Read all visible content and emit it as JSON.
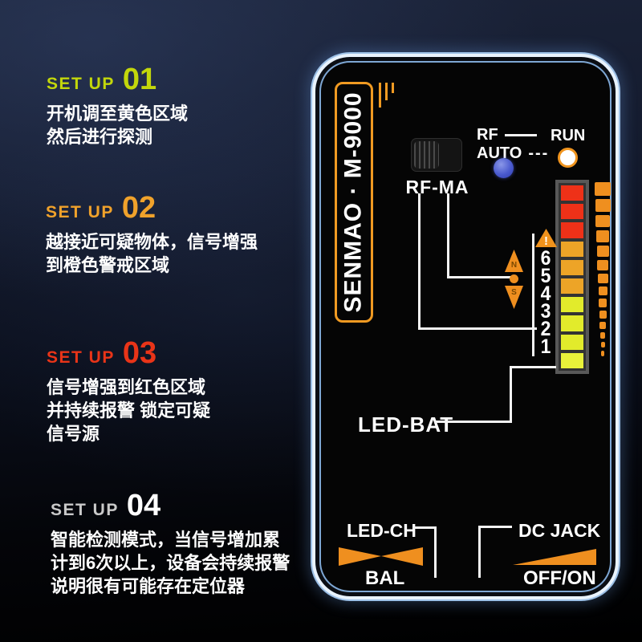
{
  "steps": [
    {
      "label": "SET UP",
      "num": "01",
      "color": "#c3d70b",
      "num_color": "#c3d70b",
      "lines": [
        "开机调至黄色区域",
        "然后进行探测"
      ]
    },
    {
      "label": "SET UP",
      "num": "02",
      "color": "#f0a22b",
      "num_color": "#f0a22b",
      "lines": [
        "越接近可疑物体，信号增强",
        "到橙色警戒区域"
      ]
    },
    {
      "label": "SET UP",
      "num": "03",
      "color": "#e93418",
      "num_color": "#e93418",
      "lines": [
        "信号增强到红色区域",
        "并持续报警 锁定可疑",
        "信号源"
      ]
    },
    {
      "label": "SET UP",
      "num": "04",
      "color": "#c9c9c9",
      "num_color": "#ffffff",
      "lines": [
        "智能检测模式，当信号增加累",
        "计到6次以上，设备会持续报警",
        "说明很有可能存在定位器"
      ]
    }
  ],
  "device": {
    "brand": "SENMAO · M-9000",
    "rf_ma": "RF-MA",
    "rf": "RF",
    "auto": "AUTO",
    "auto_dashes": "---",
    "run": "RUN",
    "led_bat": "LED-BAT",
    "led_ch": "LED-CH",
    "bal": "BAL",
    "dc_jack": "DC JACK",
    "off_on": "OFF/ON",
    "warning_mark": "!",
    "compass_n": "N",
    "compass_s": "S",
    "scale_numbers": [
      "6",
      "5",
      "4",
      "3",
      "2",
      "1"
    ],
    "led_segments": [
      "#ee3118",
      "#ee3118",
      "#ee3118",
      "#eda427",
      "#eda427",
      "#eda427",
      "#e2eb2b",
      "#e2eb2b",
      "#e2eb2b",
      "#e9f23a"
    ],
    "strip": {
      "count": 14,
      "color": "#ef8f1f"
    },
    "colors": {
      "accent_orange": "#f09a22",
      "frame_blue": "#9cc0e6",
      "run_led_ring": "#f0941e",
      "auto_led_blue": "#4a5ace",
      "line_white": "#f5f5f5",
      "red_zone": "#ee3118",
      "orange_zone": "#eda427",
      "yellow_zone": "#e2eb2b"
    }
  }
}
